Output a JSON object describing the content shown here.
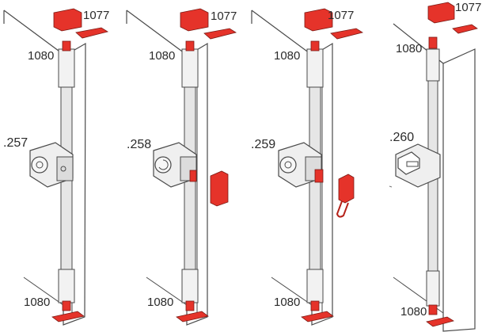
{
  "colors": {
    "accent_red": "#e5332a",
    "line": "#4a4a4a",
    "metal_light": "#efefef",
    "metal_mid": "#d6d6d6",
    "metal_dark": "#b9b9b9"
  },
  "panels": [
    {
      "model": ".257",
      "top_code": "1077",
      "rod_code_top": "1080",
      "rod_code_bottom": "1080",
      "keeper": "none"
    },
    {
      "model": ".258",
      "top_code": "1077",
      "rod_code_top": "1080",
      "rod_code_bottom": "1080",
      "keeper": "block"
    },
    {
      "model": ".259",
      "top_code": "1077",
      "rod_code_top": "1080",
      "rod_code_bottom": "1080",
      "keeper": "hook"
    },
    {
      "model": ".260",
      "top_code": "1077",
      "rod_code_top": "1080",
      "rod_code_bottom": "1080",
      "keeper": "none"
    }
  ]
}
